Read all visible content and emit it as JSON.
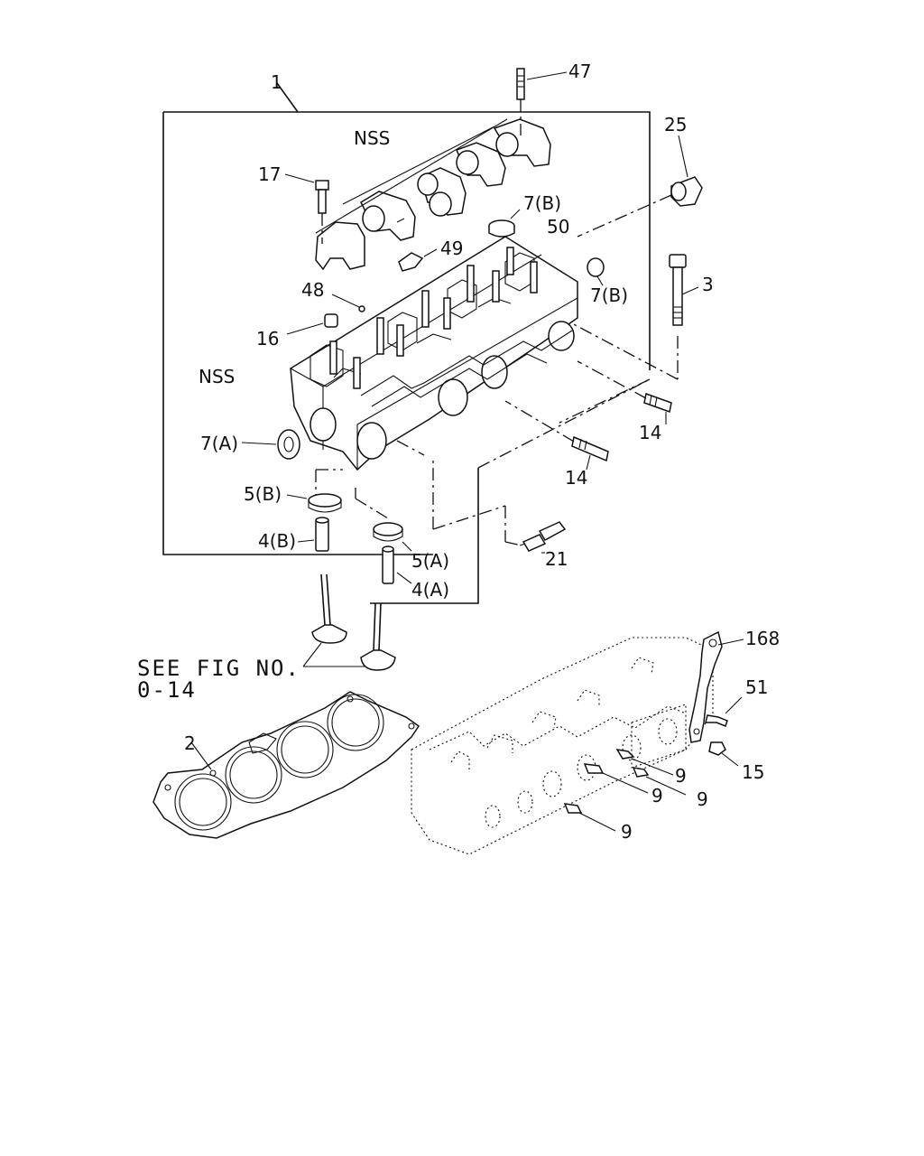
{
  "callouts": {
    "c1": "1",
    "c47": "47",
    "c25": "25",
    "nss_top": "NSS",
    "c17": "17",
    "c7b_top": "7(B)",
    "c50": "50",
    "c49": "49",
    "c3": "3",
    "c48": "48",
    "c7b_mid": "7(B)",
    "c16": "16",
    "nss_left": "NSS",
    "c14_right": "14",
    "c7a": "7(A)",
    "c14_mid": "14",
    "c5b": "5(B)",
    "c4b": "4(B)",
    "c5a": "5(A)",
    "c21": "21",
    "c4a": "4(A)",
    "c168": "168",
    "c51": "51",
    "c2": "2",
    "c9_a": "9",
    "c15": "15",
    "c9_b": "9",
    "c9_c": "9",
    "c9_d": "9"
  },
  "note": {
    "line1": "SEE FIG NO.",
    "line2": "0-14"
  }
}
